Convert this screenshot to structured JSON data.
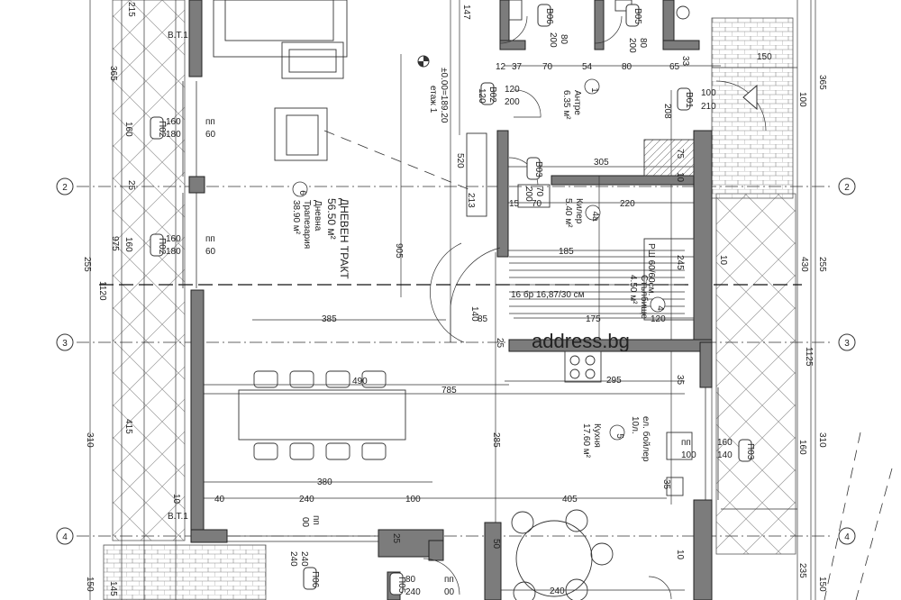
{
  "colors": {
    "wall": "#7c7c7c",
    "line": "#333333",
    "hatch": "#9a9a9a",
    "watermark": "#d8d8d8"
  },
  "axes": [
    {
      "id": "a2",
      "label": "2"
    },
    {
      "id": "a3",
      "label": "3"
    },
    {
      "id": "a4",
      "label": "4"
    }
  ],
  "elevation": {
    "value": "±0.00=189.20",
    "floor": "етаж 1"
  },
  "day_zone": {
    "title": "ДНЕВЕН ТРАКТ",
    "area": "56.50 м²"
  },
  "rooms": [
    {
      "id": "r1",
      "num": "1",
      "name": "Антре",
      "area": "6.35 м²"
    },
    {
      "id": "r4",
      "num": "4",
      "name": "Стълбище",
      "area": "4.50 м²"
    },
    {
      "id": "r4a",
      "num": "4а",
      "name": "Килер",
      "area": "5.40 м²"
    },
    {
      "id": "r5",
      "num": "5",
      "name": "Кухня",
      "area": "17.60 м²"
    },
    {
      "id": "r6",
      "num": "6",
      "name": "Дневна",
      "name2": "Трапезария",
      "area": "38.90 м²"
    }
  ],
  "doors": [
    {
      "code": "В01",
      "w": "100",
      "h": "210"
    },
    {
      "code": "В02",
      "w": "120",
      "h": "200"
    },
    {
      "code": "В03",
      "w": "70",
      "h": "200"
    },
    {
      "code": "В05",
      "w": "80",
      "h": "200"
    },
    {
      "code": "В06",
      "w": "80",
      "h": "200"
    }
  ],
  "windows": [
    {
      "code": "П02",
      "w": "160",
      "h": "180",
      "sill_label": "пп",
      "sill": "60"
    },
    {
      "code": "П02",
      "w": "160",
      "h": "180",
      "sill_label": "пп",
      "sill": "60"
    },
    {
      "code": "П03",
      "w": "160",
      "h": "140",
      "sill_label": "пп",
      "sill": "100"
    },
    {
      "code": "П06",
      "w": "240",
      "h": "240",
      "sill_label": "пп",
      "sill": "00"
    },
    {
      "code": "П05",
      "w": "80",
      "h": "240",
      "sill_label": "пп",
      "sill": "00"
    }
  ],
  "notes": {
    "stair": "16 бр 16,87/30 см",
    "shaft": "РШ 60/60см.",
    "boiler": "ел. бойлер",
    "boiler_vol": "10л.",
    "vt1": "В.Т.1",
    "vt2": "В.Т.1",
    "dim213": "213",
    "dim520": "520"
  },
  "dims": {
    "d215": "215",
    "d147": "147",
    "d365a": "365",
    "d365b": "365",
    "d160a": "160",
    "d160b": "160",
    "d25a": "25",
    "d975": "975",
    "d255a": "255",
    "d255b": "255",
    "d1120": "1120",
    "d430": "430",
    "d1125": "1125",
    "d415": "415",
    "d310a": "310",
    "d310b": "310",
    "d10a": "10",
    "d145": "145",
    "d150a": "150",
    "d150b": "150",
    "d160c": "160",
    "d235": "235",
    "d100a": "100",
    "d208": "208",
    "d12": "12",
    "d37": "37",
    "d70a": "70",
    "d54": "54",
    "d80a": "80",
    "d65": "65",
    "d33": "33",
    "d150c": "150",
    "d120a": "120",
    "d905": "905",
    "d305a": "305",
    "d75": "75",
    "d10b": "10",
    "d220": "220",
    "d15": "15",
    "d70b": "70",
    "d185": "185",
    "d245": "245",
    "d10c": "10",
    "d120b": "120",
    "d175": "175",
    "d385": "385",
    "d85": "85",
    "d140": "140",
    "d25b": "25",
    "d490": "490",
    "d785": "785",
    "d295": "295",
    "d35a": "35",
    "d285": "285",
    "d380": "380",
    "d40": "40",
    "d240a": "240",
    "d100b": "100",
    "d405": "405",
    "d35b": "35",
    "d50": "50",
    "d25c": "25",
    "d240b": "240",
    "d10d": "10"
  },
  "watermark": "address.bg"
}
